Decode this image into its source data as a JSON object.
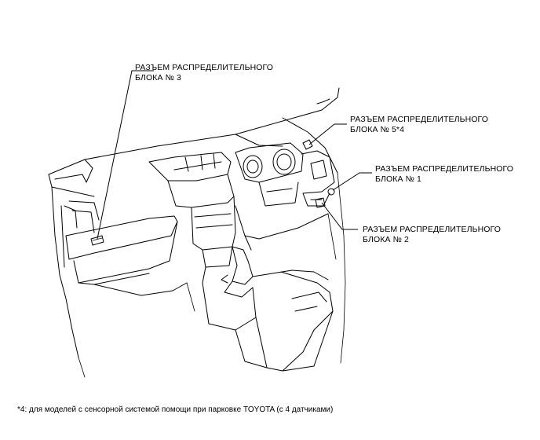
{
  "callouts": {
    "jb3": {
      "line1": "РАЗЪЕМ РАСПРЕДЕЛИТЕЛЬНОГО",
      "line2": "БЛОКА № 3"
    },
    "jb5": {
      "line1": "РАЗЪЕМ РАСПРЕДЕЛИТЕЛЬНОГО",
      "line2": "БЛОКА № 5*4"
    },
    "jb1": {
      "line1": "РАЗЪЕМ РАСПРЕДЕЛИТЕЛЬНОГО",
      "line2": "БЛОКА № 1"
    },
    "jb2": {
      "line1": "РАЗЪЕМ РАСПРЕДЕЛИТЕЛЬНОГО",
      "line2": "БЛОКА № 2"
    }
  },
  "footnote": "*4: для моделей с сенсорной системой помощи при парковке TOYOTA (с 4 датчиками)"
}
